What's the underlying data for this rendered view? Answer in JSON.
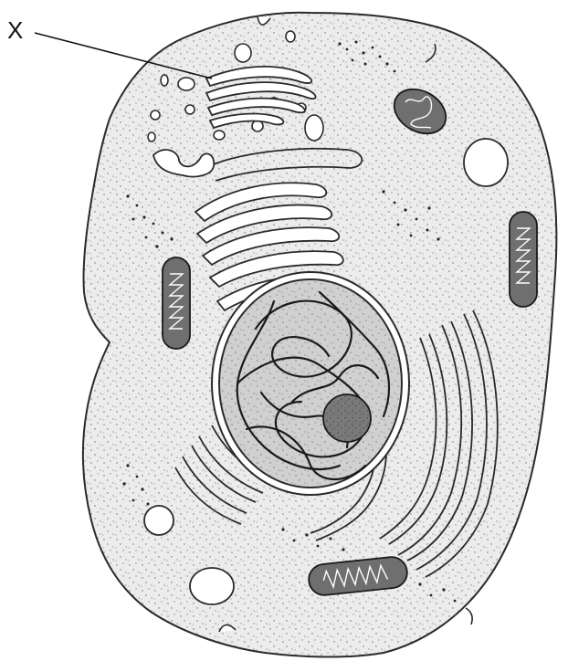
{
  "diagram": {
    "pointer_label": "X",
    "colors": {
      "cytoplasm": "#ececec",
      "outline": "#2a2a2a",
      "nucleus": "#d0d0d0",
      "nucleolus": "#7a7a7a",
      "mitochondrion": "#6f6f6f",
      "vacuole": "#ffffff",
      "stipple": "#4a4a4a"
    },
    "icons": [
      "cell-membrane",
      "golgi-apparatus",
      "rough-endoplasmic-reticulum",
      "nucleus",
      "nucleolus",
      "chromatin",
      "mitochondrion",
      "vacuole",
      "ribosome-cluster",
      "vesicle"
    ]
  }
}
